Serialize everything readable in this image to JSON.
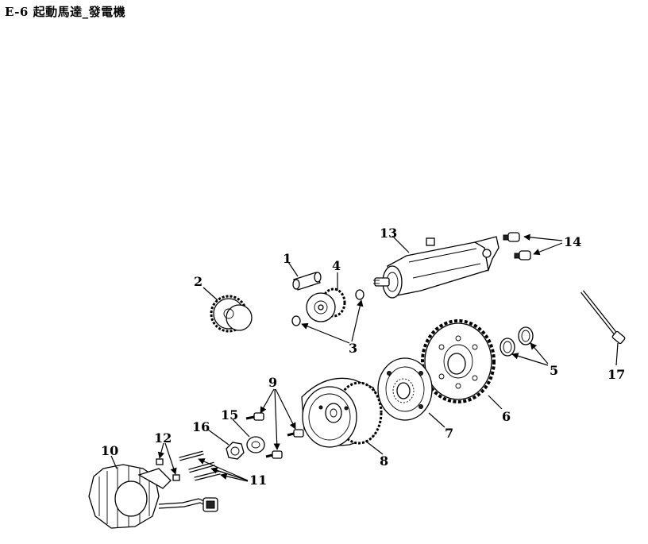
{
  "title": "E-6 起動馬達_發電機",
  "callouts": {
    "c1": "1",
    "c2": "2",
    "c3": "3",
    "c4": "4",
    "c5": "5",
    "c6": "6",
    "c7": "7",
    "c8": "8",
    "c9": "9",
    "c10": "10",
    "c11": "11",
    "c12": "12",
    "c13": "13",
    "c14": "14",
    "c15": "15",
    "c16": "16",
    "c17": "17"
  }
}
